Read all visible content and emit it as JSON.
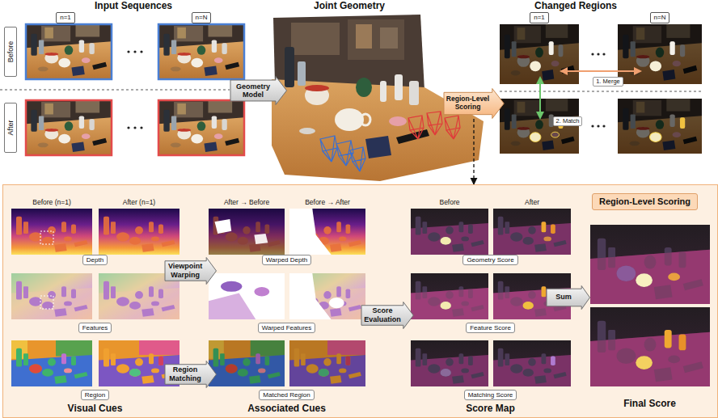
{
  "diagram": {
    "nodes": [
      {
        "text": [
          "n=1"
        ]
      },
      {
        "text": [
          "n=N"
        ]
      },
      {
        "text": [
          "Before"
        ]
      },
      {
        "text": [
          "After"
        ]
      },
      {
        "text": [
          "Geometry Model"
        ]
      },
      {
        "text": [
          "n=1"
        ]
      },
      {
        "text": [
          "n=N"
        ]
      },
      {
        "text": [
          "1. Merge"
        ]
      },
      {
        "text": [
          "2. Match"
        ]
      },
      {
        "text": [
          "Region-Level Scoring"
        ]
      },
      {
        "text": [
          "Visual Cues",
          "Associated Cues",
          "Score Map",
          "Final Score"
        ]
      },
      {
        "text": [
          "Region-Level Scoring"
        ],
        "in": 10
      },
      {
        "text": [
          "Depth"
        ],
        "in": 10
      },
      {
        "text": [
          "Features"
        ],
        "in": 10
      },
      {
        "text": [
          "Region"
        ],
        "in": 10
      },
      {
        "text": [
          "Viewpoint Warping"
        ],
        "in": 10
      },
      {
        "text": [
          "Region Matching"
        ],
        "in": 10
      },
      {
        "text": [
          "Warped Depth"
        ],
        "in": 10
      },
      {
        "text": [
          "Warped Features"
        ],
        "in": 10
      },
      {
        "text": [
          "Matched Region"
        ],
        "in": 10
      },
      {
        "text": [
          "Score Evaluation"
        ],
        "in": 10
      },
      {
        "text": [
          "Geometry Score"
        ],
        "in": 10
      },
      {
        "text": [
          "Feature Score"
        ],
        "in": 10
      },
      {
        "text": [
          "Matching Score"
        ],
        "in": 10
      },
      {
        "text": [
          "Sum"
        ],
        "in": 10
      }
    ],
    "edges": [
      {
        "from": 9,
        "to": 10,
        "arrow": "to"
      }
    ],
    "labels": [
      "Input Sequences",
      "Joint Geometry",
      "Changed Regions",
      "Before (n=1)",
      "After (n=1)",
      "After → Before",
      "Before → After",
      "Before",
      "After"
    ]
  }
}
